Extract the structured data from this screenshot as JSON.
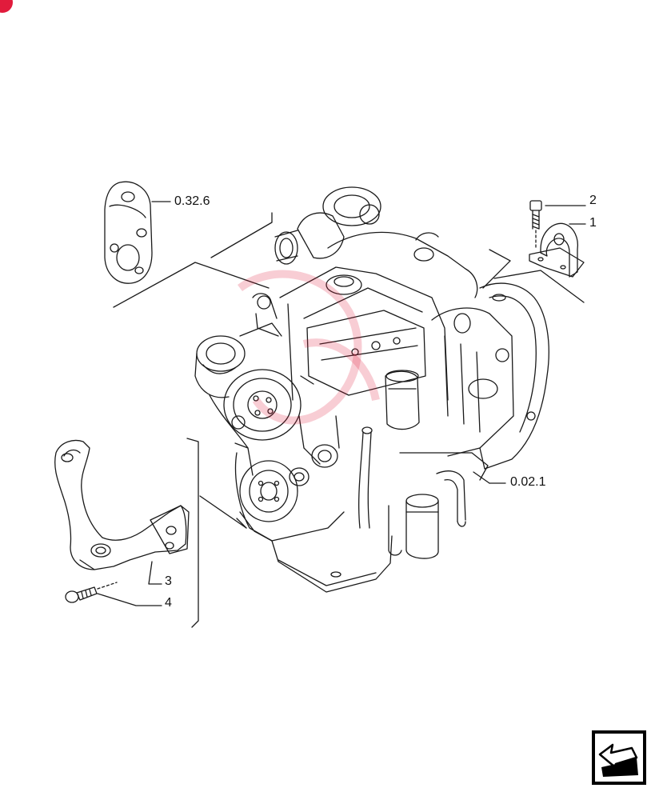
{
  "colors": {
    "line": "#1a1a1a",
    "watermark": "#e11b3c",
    "corner_mark": "#e11b3c",
    "nav_border": "#000000",
    "nav_fill": "#000000"
  },
  "callouts": {
    "ref_0326": "0.32.6",
    "ref_0021": "0.02.1",
    "item_1": "1",
    "item_2": "2",
    "item_3": "3",
    "item_4": "4"
  },
  "icons": {
    "corner": "brand-corner-icon",
    "nav": "next-page-arrow-icon"
  }
}
